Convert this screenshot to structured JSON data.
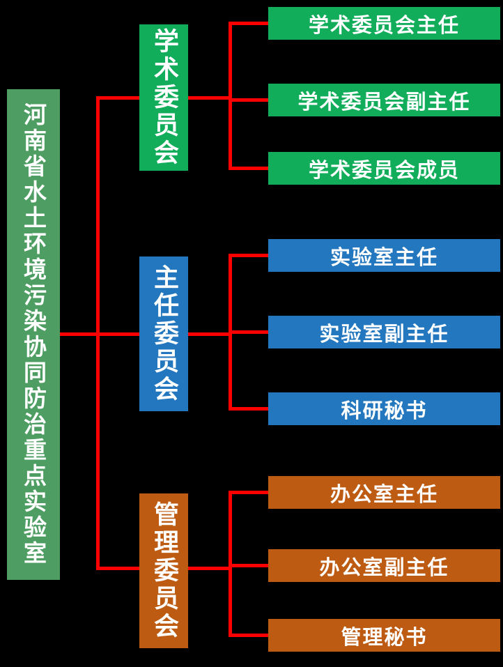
{
  "colors": {
    "background": "#000000",
    "connector": "#FF0000",
    "text": "#FFFFFF",
    "root_green": "#4E9E63",
    "committee_green": "#12AD5B",
    "committee_blue": "#2377BE",
    "committee_orange": "#BE5B12"
  },
  "root": {
    "label": "河南省水土环境污染协同防治重点实验室"
  },
  "groups": [
    {
      "label": "学术委员会",
      "color": "#12AD5B",
      "items": [
        "学术委员会主任",
        "学术委员会副主任",
        "学术委员会成员"
      ]
    },
    {
      "label": "主任委员会",
      "color": "#2377BE",
      "items": [
        "实验室主任",
        "实验室副主任",
        "科研秘书"
      ]
    },
    {
      "label": "管理委员会",
      "color": "#BE5B12",
      "items": [
        "办公室主任",
        "办公室副主任",
        "管理秘书"
      ]
    }
  ]
}
